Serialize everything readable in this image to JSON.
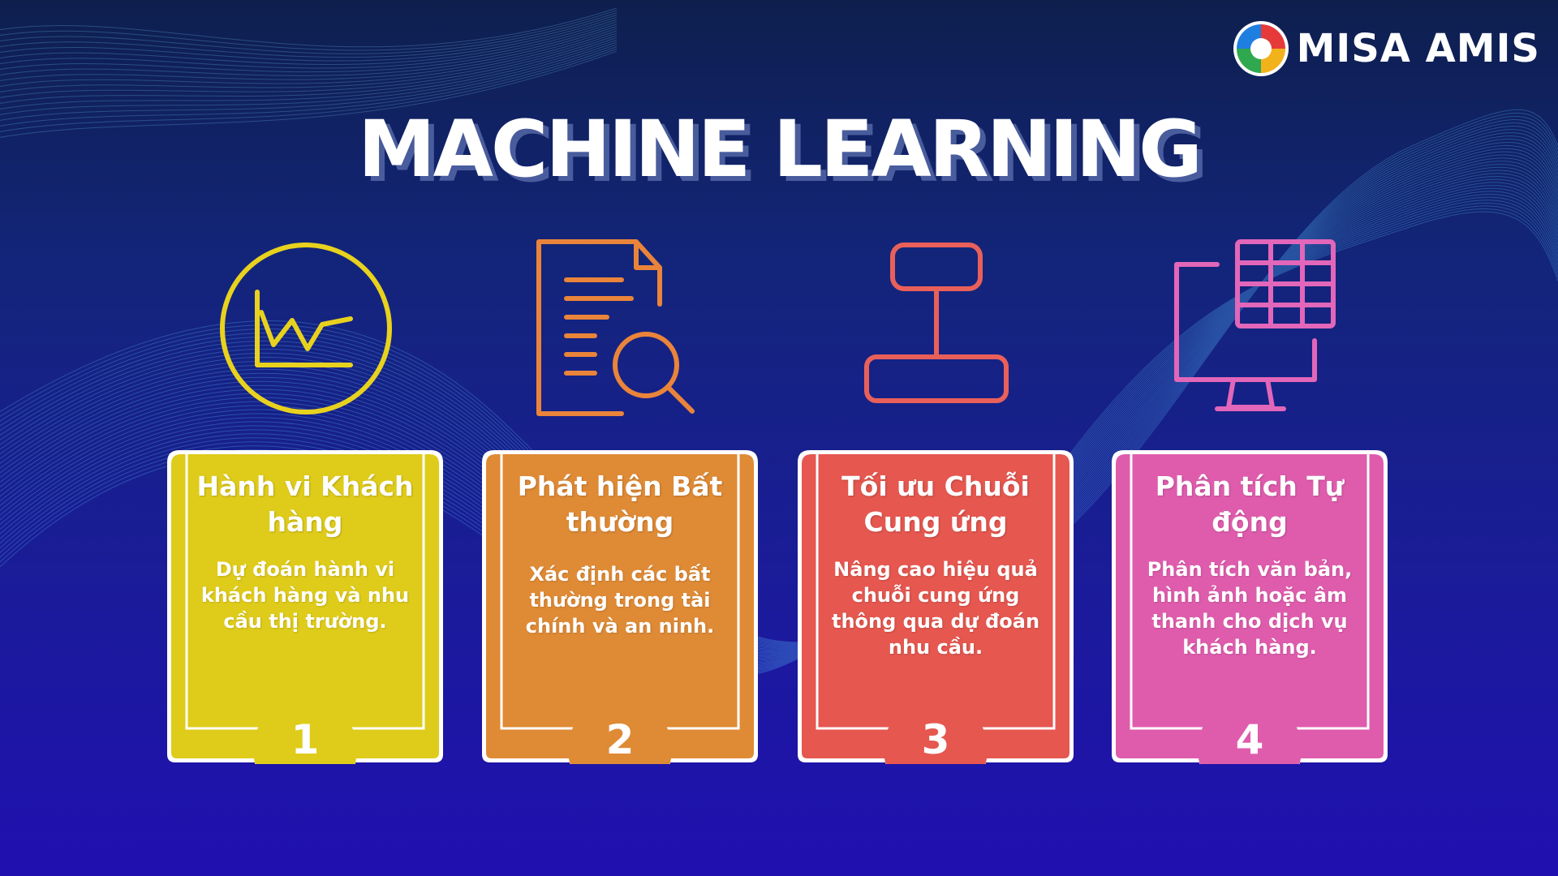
{
  "brand": {
    "name": "MISA AMIS",
    "logo_icon": "misa-amis-logo-icon"
  },
  "title": "MACHINE LEARNING",
  "colors": {
    "yellow": "#dfcb1a",
    "orange": "#df8a35",
    "red": "#e5574f",
    "pink": "#df5cad",
    "icon_yellow": "#e8d21e",
    "icon_orange": "#e9843a",
    "icon_red": "#e9605a",
    "icon_pink": "#e266b9"
  },
  "cards": [
    {
      "icon": "line-chart-circle-icon",
      "title": "Hành vi Khách hàng",
      "description": "Dự đoán hành vi khách hàng và nhu cầu thị trường.",
      "number": "1"
    },
    {
      "icon": "document-search-icon",
      "title": "Phát hiện Bất thường",
      "description": "Xác định các bất thường trong tài chính và an ninh.",
      "number": "2"
    },
    {
      "icon": "flow-diagram-icon",
      "title": "Tối ưu Chuỗi Cung ứng",
      "description": "Nâng cao hiệu quả chuỗi cung ứng thông qua dự đoán nhu cầu.",
      "number": "3"
    },
    {
      "icon": "monitor-table-icon",
      "title": "Phân tích Tự động",
      "description": "Phân tích văn bản, hình ảnh hoặc âm thanh cho dịch vụ khách hàng.",
      "number": "4"
    }
  ]
}
